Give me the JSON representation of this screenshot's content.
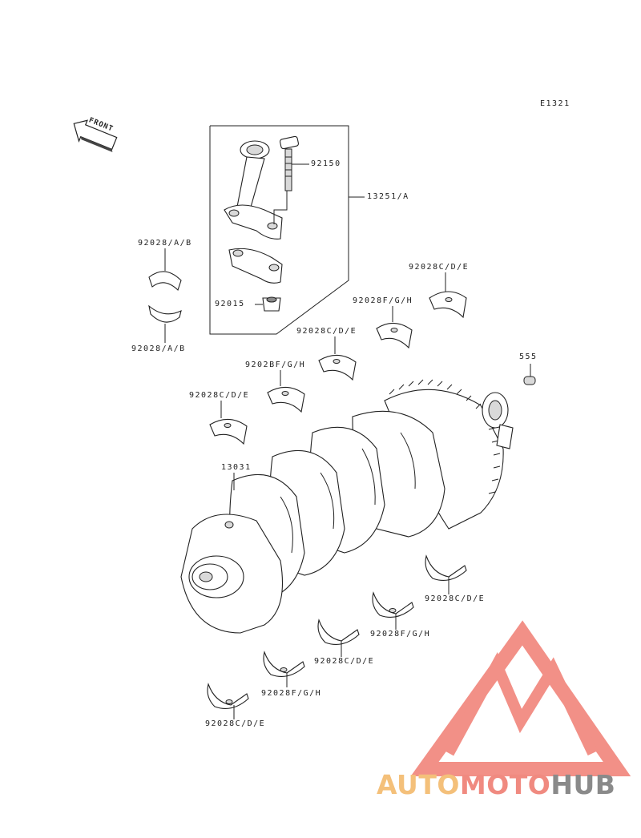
{
  "diagram": {
    "code": "E1321",
    "front_label": "FRONT"
  },
  "callouts": {
    "rod_bolt": "92150",
    "rod_assy": "13251/A",
    "rod_nut": "92015",
    "bearing_ab_upper": "92028/A/B",
    "bearing_ab_lower": "92028/A/B",
    "main_cde_1": "92028C/D/E",
    "main_fgh_1": "92028F/G/H",
    "main_cde_2": "92028C/D/E",
    "main_fgh_2": "9202BF/G/H",
    "main_cde_3": "92028C/D/E",
    "pin": "555",
    "crankshaft": "13031",
    "lower_cde_1": "92028C/D/E",
    "lower_fgh_1": "92028F/G/H",
    "lower_cde_2": "92028C/D/E",
    "lower_fgh_2": "92028F/G/H",
    "lower_cde_3": "92028C/D/E"
  },
  "watermark": {
    "part1": "AUTO",
    "part2": "MOTO",
    "part3": "HUB",
    "colors": {
      "auto": "#f4c07a",
      "moto": "#f08a80",
      "hub": "#8a8a8a",
      "logo": "#ee6b5f"
    }
  }
}
